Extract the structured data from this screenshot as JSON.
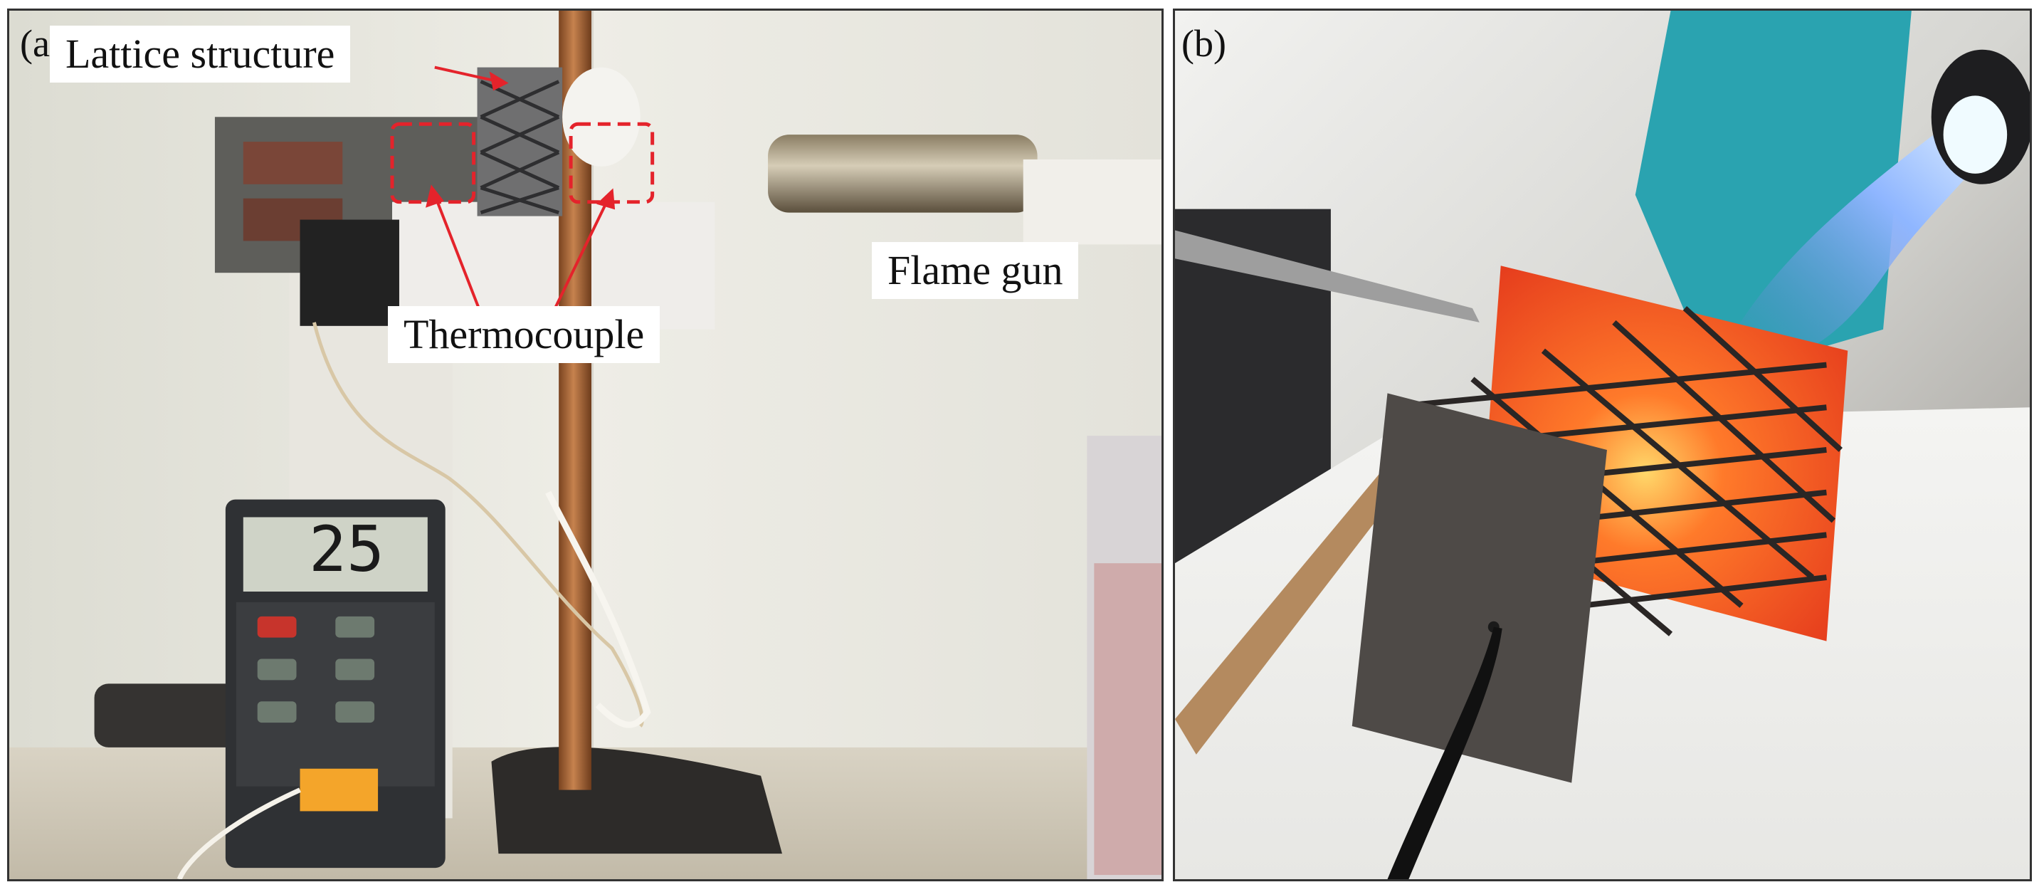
{
  "panels": [
    {
      "letter": "(a)"
    },
    {
      "letter": "(b)"
    }
  ],
  "labels": {
    "lattice": "Lattice structure",
    "thermocouple": "Thermocouple",
    "flame_gun": "Flame gun"
  },
  "meter": {
    "reading": "25"
  },
  "colors": {
    "annotation": "#e4232b",
    "wall": "#ebe9e2",
    "rod": "#b06d3e",
    "plate_hot": "#ff4a1c"
  }
}
